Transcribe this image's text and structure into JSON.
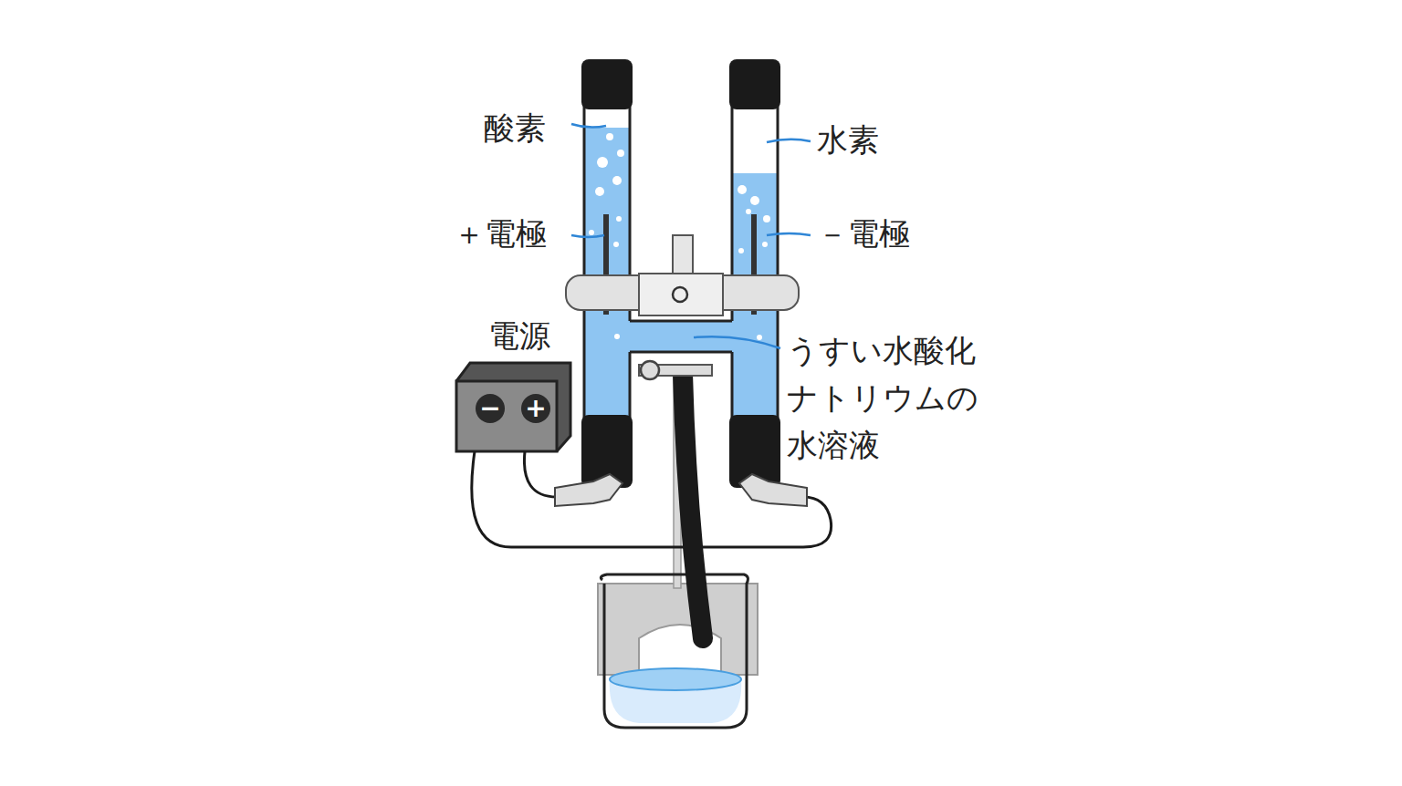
{
  "diagram": {
    "labels": [
      "酸素",
      "水素",
      "＋電極",
      "－電極",
      "電源",
      "−",
      "+",
      "うすい水酸化 ナトリウムの 水溶液"
    ]
  }
}
